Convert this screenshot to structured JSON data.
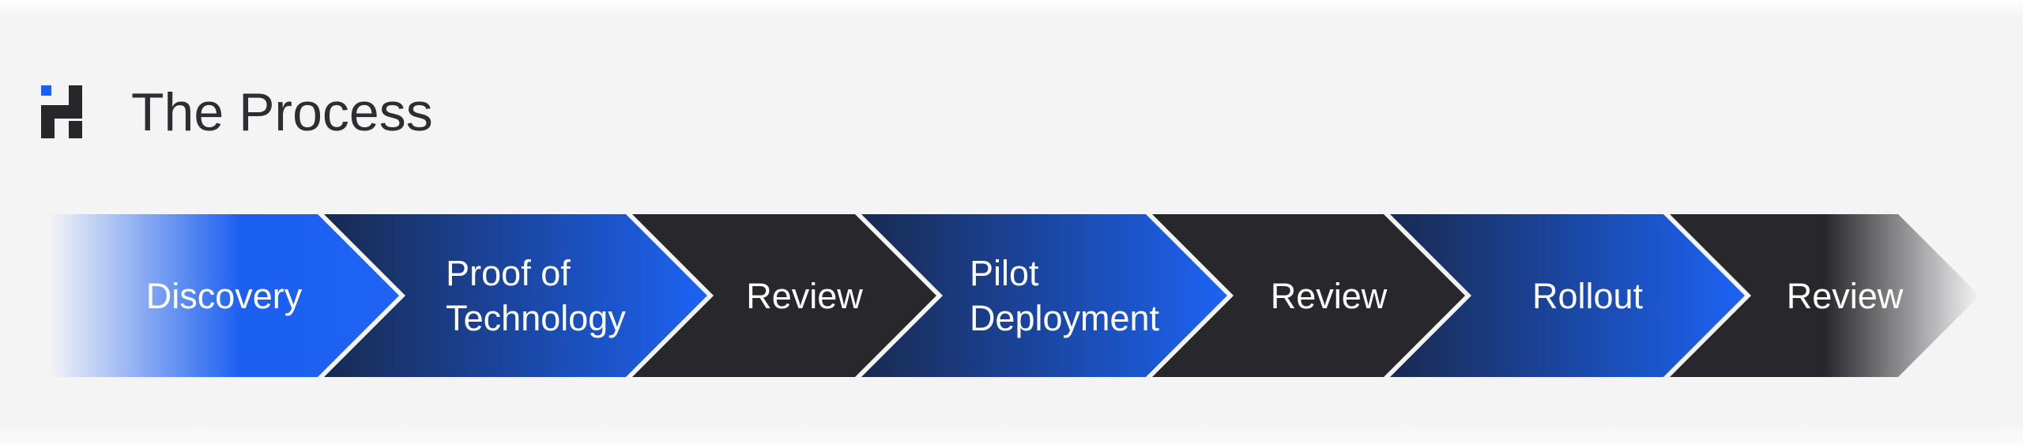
{
  "header": {
    "title": "The Process",
    "logo_icon": "h-blocks-logo-icon"
  },
  "process": {
    "steps": [
      {
        "label": "Discovery",
        "kind": "phase"
      },
      {
        "label": "Proof of\nTechnology",
        "kind": "phase"
      },
      {
        "label": "Review",
        "kind": "review"
      },
      {
        "label": "Pilot\nDeployment",
        "kind": "phase"
      },
      {
        "label": "Review",
        "kind": "review"
      },
      {
        "label": "Rollout",
        "kind": "phase"
      },
      {
        "label": "Review",
        "kind": "review"
      }
    ]
  },
  "colors": {
    "background": "#f4f4f5",
    "accent_blue": "#1b5ff1",
    "accent_blue_bright": "#1c63f4",
    "navy_gradient_start": "#192a50",
    "review_charcoal": "#28282c",
    "title_text": "#2e2e32",
    "label_text": "#ffffff",
    "logo_blue": "#1562f5",
    "logo_dark": "#27272a"
  }
}
